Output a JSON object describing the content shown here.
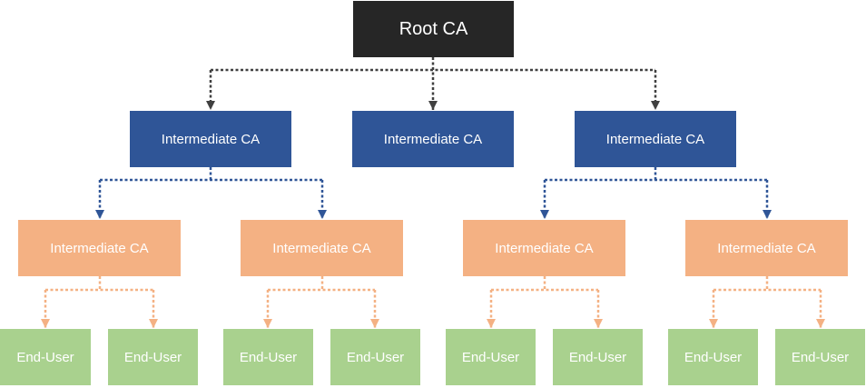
{
  "diagram": {
    "root": {
      "label": "Root CA"
    },
    "intermediate_level1": [
      {
        "label": "Intermediate CA"
      },
      {
        "label": "Intermediate CA"
      },
      {
        "label": "Intermediate CA"
      }
    ],
    "intermediate_level2": [
      {
        "label": "Intermediate CA"
      },
      {
        "label": "Intermediate CA"
      },
      {
        "label": "Intermediate CA"
      },
      {
        "label": "Intermediate CA"
      }
    ],
    "end_users": [
      {
        "label": "End-User"
      },
      {
        "label": "End-User"
      },
      {
        "label": "End-User"
      },
      {
        "label": "End-User"
      },
      {
        "label": "End-User"
      },
      {
        "label": "End-User"
      },
      {
        "label": "End-User"
      },
      {
        "label": "End-User"
      }
    ]
  },
  "colors": {
    "root_fill": "#262626",
    "level1_fill": "#2F5597",
    "level2_fill": "#F4B183",
    "end_user_fill": "#A9D18E",
    "root_connector": "#404040",
    "level1_connector": "#2F5597",
    "level2_connector": "#F4B183",
    "text": "#FFFFFF"
  }
}
